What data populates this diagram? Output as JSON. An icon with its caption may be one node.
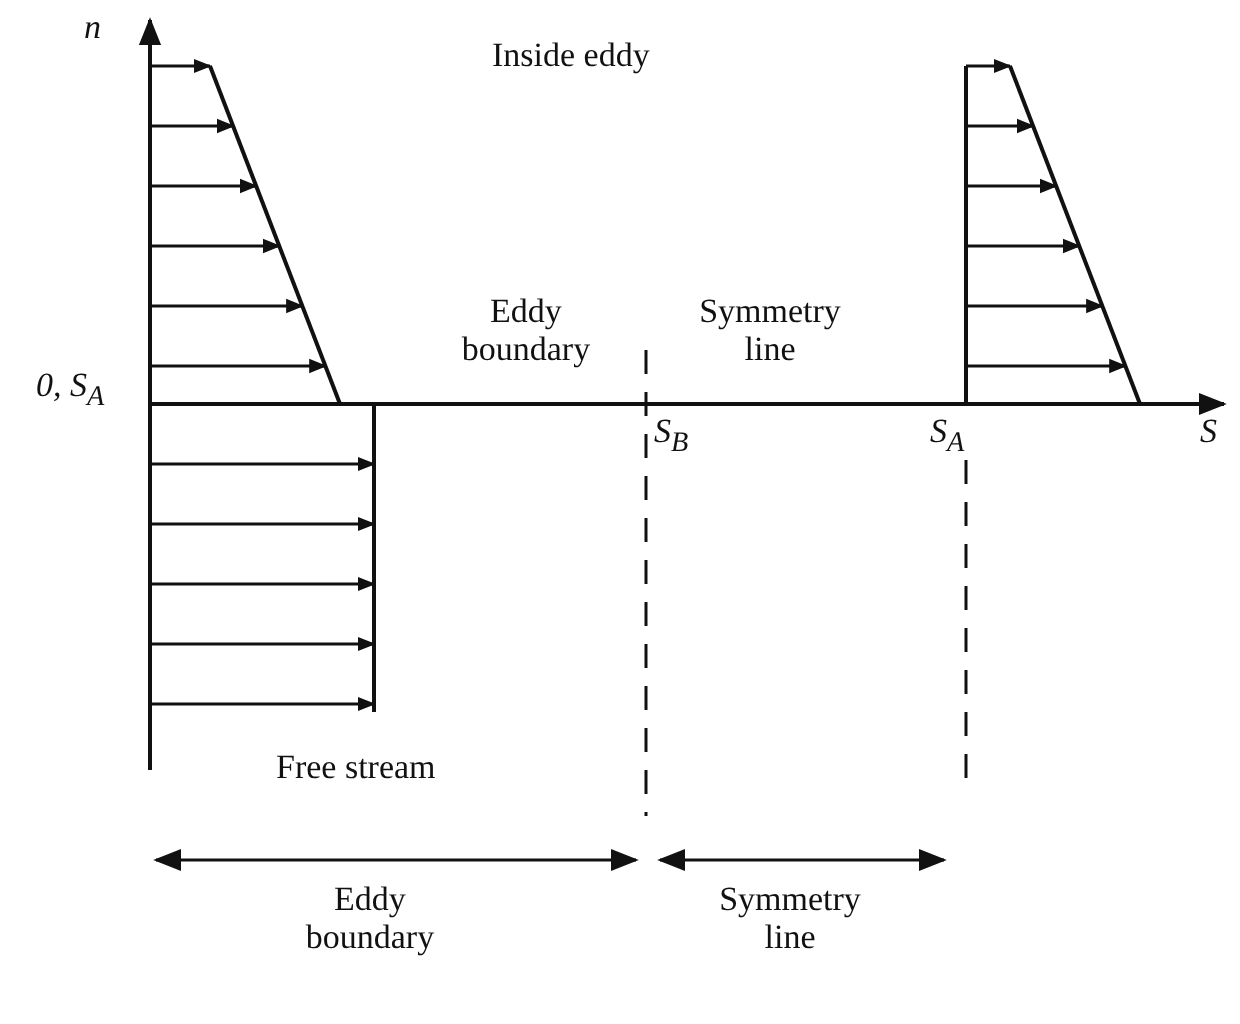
{
  "diagram": {
    "labels": [
      "n",
      "Inside eddy",
      "Eddy boundary",
      "Symmetry line",
      "0, S$_{A}$",
      "S$_{B}$",
      "S$_{A}$",
      "S",
      "Free stream",
      "Eddy boundary",
      "Symmetry line"
    ]
  }
}
